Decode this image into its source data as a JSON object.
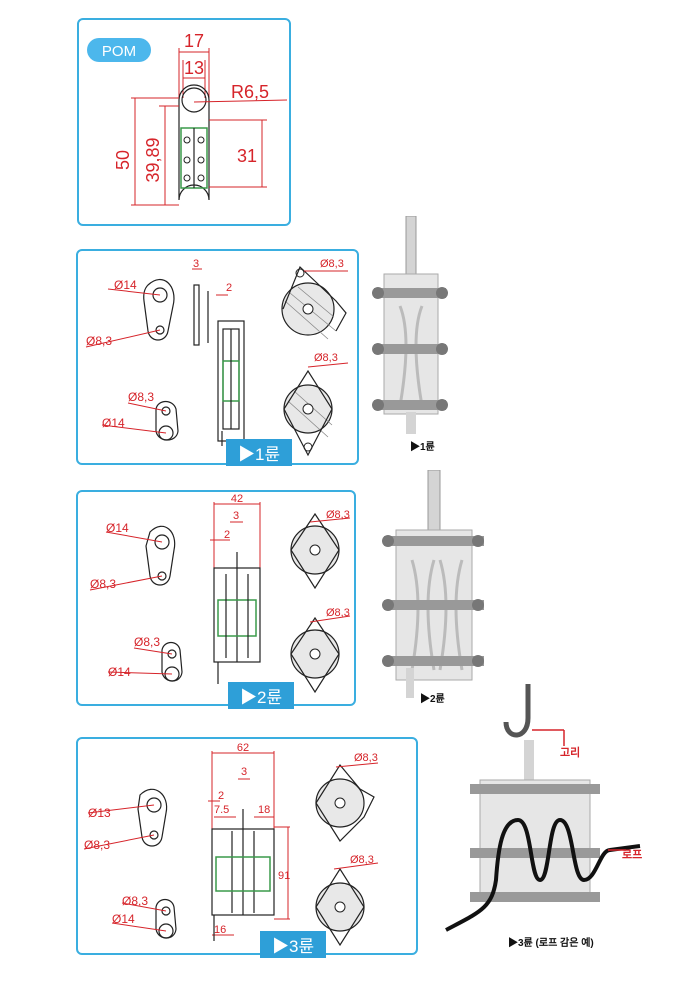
{
  "pom_panel": {
    "badge": "POM",
    "dims": {
      "w_outer": "17",
      "w_inner": "13",
      "radius": "R6,5",
      "h_total": "50",
      "h_body": "39,89",
      "h_groove": "31"
    }
  },
  "panel1": {
    "label": "▶1륜",
    "dims": {
      "d14_a": "Ø14",
      "d83_a": "Ø8,3",
      "d83_b": "Ø8,3",
      "d14_b": "Ø14",
      "t3": "3",
      "t2": "2",
      "d83_c": "Ø8,3",
      "d83_d": "Ø8,3"
    },
    "photo_caption": "▶1륜"
  },
  "panel2": {
    "label": "▶2륜",
    "dims": {
      "w42": "42",
      "t3": "3",
      "t2": "2",
      "d14_a": "Ø14",
      "d83_a": "Ø8,3",
      "d83_b": "Ø8,3",
      "d14_b": "Ø14",
      "d83_c": "Ø8,3",
      "d83_d": "Ø8,3"
    },
    "photo_caption": "▶2륜"
  },
  "panel3": {
    "label": "▶3륜",
    "dims": {
      "w62": "62",
      "t3": "3",
      "t2": "2",
      "w75": "7.5",
      "w18": "18",
      "h91": "91",
      "w16": "16",
      "d13": "Ø13",
      "d83_a": "Ø8,3",
      "d83_b": "Ø8,3",
      "d14": "Ø14",
      "d83_c": "Ø8,3",
      "d83_d": "Ø8,3"
    },
    "photo_caption": "▶3륜 (로프 감은 예)",
    "hook_label": "고리",
    "rope_label": "로프"
  },
  "colors": {
    "accent": "#3aaee0",
    "dimension": "#d6242a",
    "label_bg": "#2e9fd8"
  }
}
